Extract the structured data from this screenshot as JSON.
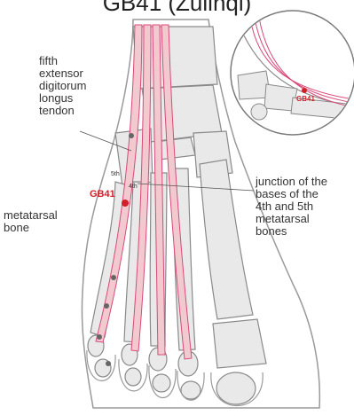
{
  "header": {
    "title": "GB41 (Zulinqi)"
  },
  "labels": {
    "tendon": "fifth\nextensor\ndigitorum\nlongus\ntendon",
    "metatarsal": "metatarsal\nbone",
    "junction": "junction of the\nbases of the\n4th and 5th\nmetatarsal\nbones",
    "fifth": "5th",
    "fourth": "4th"
  },
  "acupoint": {
    "name": "GB41",
    "color": "#d21f2a"
  },
  "inset": {
    "point_name": "GB41"
  },
  "colors": {
    "bone_fill": "#e9e9e9",
    "bone_stroke": "#8a8a8a",
    "tendon": "#d94a7a",
    "tendon_fill": "#f2c9cf"
  }
}
